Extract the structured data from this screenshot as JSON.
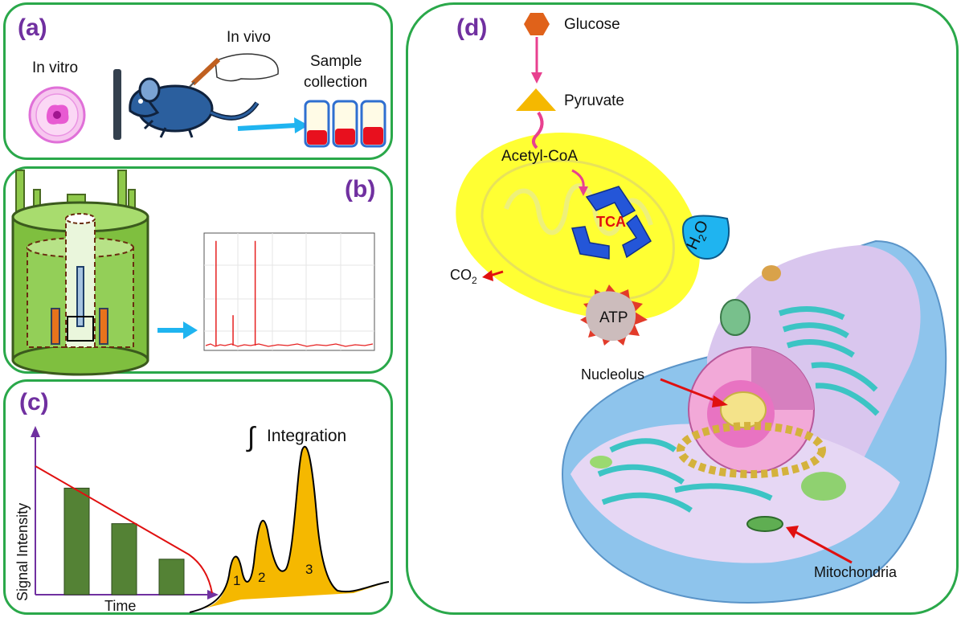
{
  "colors": {
    "panel_border": "#2aa84a",
    "panel_label": "#7030a0",
    "arrow_blue": "#1fb4f0",
    "arrow_pink": "#e8408f",
    "arrow_red": "#e01010",
    "bar_green": "#548235",
    "peak_fill": "#f5b800",
    "mito_yellow": "#ffff33"
  },
  "panel_a": {
    "label": "(a)",
    "in_vitro": "In vitro",
    "in_vivo": "In vivo",
    "sample_line1": "Sample",
    "sample_line2": "collection"
  },
  "panel_b": {
    "label": "(b)",
    "spectrum_peaks": [
      {
        "position": 0.07,
        "height": 0.93
      },
      {
        "position": 0.17,
        "height": 0.27
      },
      {
        "position": 0.3,
        "height": 0.93
      }
    ]
  },
  "panel_c": {
    "label": "(c)",
    "ylabel": "Signal Intensity",
    "xlabel": "Time",
    "integration": "Integration",
    "integral_symbol": "∫",
    "bar_levels": [
      0.78,
      0.52,
      0.26
    ],
    "peaks": [
      "1",
      "2",
      "3"
    ]
  },
  "panel_d": {
    "label": "(d)",
    "glucose": "Glucose",
    "pyruvate": "Pyruvate",
    "acetyl_coa": "Acetyl-CoA",
    "tca": "TCA",
    "h2o_main": "H",
    "h2o_sub": "2",
    "h2o_end": "O",
    "co2_main": "CO",
    "co2_sub": "2",
    "atp": "ATP",
    "nucleolus": "Nucleolus",
    "mitochondria": "Mitochondria"
  },
  "icons": [
    "petri-dish-icon",
    "mouse-icon",
    "hand-syringe-icon",
    "sample-tube-icon",
    "nmr-spectrometer-icon",
    "recycle-arrows-icon",
    "cell-cutaway-icon"
  ]
}
